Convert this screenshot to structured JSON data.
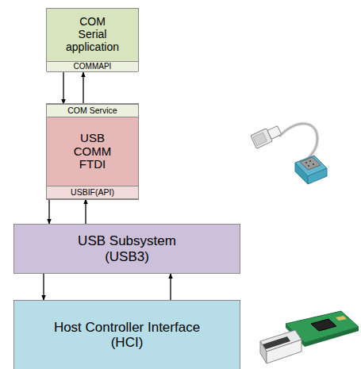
{
  "diagram": {
    "nodes": [
      {
        "text": [
          "COM Serial application"
        ]
      },
      {
        "text": [
          "COMMAPI"
        ],
        "in": 0
      },
      {
        "text": [
          "USB COMM FTDI"
        ]
      },
      {
        "text": [
          "COM Service"
        ],
        "in": 2
      },
      {
        "text": [
          "USBIF(API)"
        ],
        "in": 2
      },
      {
        "text": [
          "USB Subsystem (USB3)"
        ]
      },
      {
        "text": [
          "Host Controller Interface (HCI)"
        ]
      }
    ],
    "edges": [
      {
        "from": 1,
        "to": 3,
        "arrow": "to"
      },
      {
        "from": 3,
        "to": 1,
        "arrow": "to"
      },
      {
        "from": 4,
        "to": 5,
        "arrow": "to"
      },
      {
        "from": 5,
        "to": 4,
        "arrow": "to"
      },
      {
        "from": 5,
        "to": 6,
        "arrow": "to"
      },
      {
        "from": 6,
        "to": 5,
        "arrow": "to"
      }
    ]
  }
}
